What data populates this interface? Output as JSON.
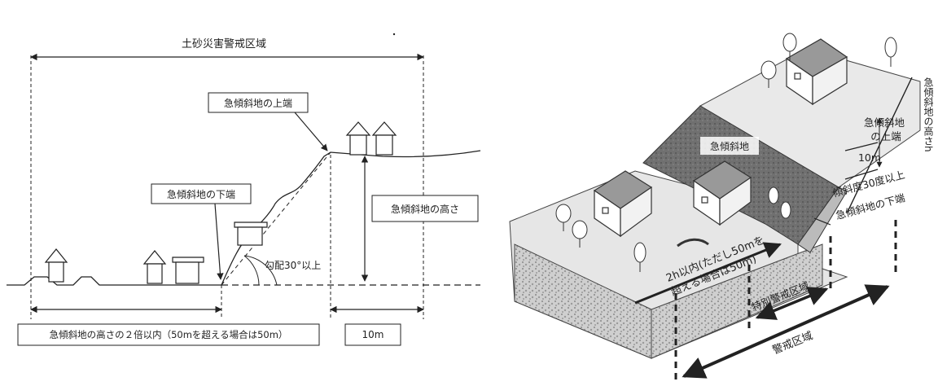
{
  "left": {
    "zone_title": "土砂災害警戒区域",
    "upper_edge": "急傾斜地の上端",
    "lower_edge": "急傾斜地の下端",
    "slope_height": "急傾斜地の高さ",
    "gradient": "勾配30°以上",
    "base_range": "急傾斜地の高さの２倍以内（50mを超える場合は50m）",
    "top_range": "10m"
  },
  "right": {
    "slope_area": "急傾斜地",
    "upper_edge_l1": "急傾斜地",
    "upper_edge_l2": "の上端",
    "ten_m": "10m",
    "angle": "傾斜度30度以上",
    "lower_edge": "急傾斜地の下端",
    "range_l1": "2h以内(ただし50mを",
    "range_l2": "超える場合は50m)",
    "special_zone": "特別警戒区域",
    "warning_zone": "警戒区域",
    "height_vertical": "急傾斜地の高さh"
  },
  "colors": {
    "ink": "#222222",
    "slope_fill": "#6e6e6e",
    "ground_fill": "#d9d9d9"
  }
}
